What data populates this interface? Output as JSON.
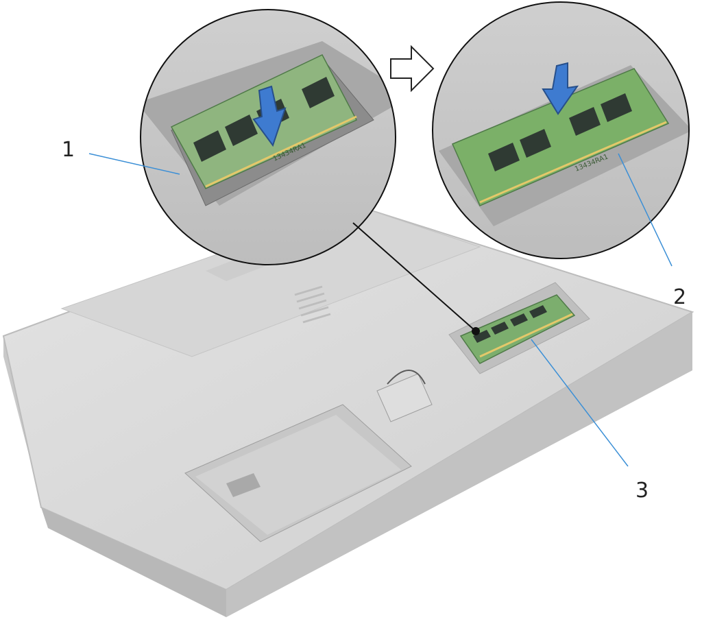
{
  "callouts": [
    {
      "label": "1"
    },
    {
      "label": "2"
    },
    {
      "label": "3"
    }
  ],
  "chip_marking": "13434RA1",
  "colors": {
    "background": "#ffffff",
    "laptop_body": "#dcdcdc",
    "laptop_edge": "#c6c6c6",
    "module_pcb": "#7cae6e",
    "module_chip": "#2f3a33",
    "arrow_fill": "#3e7bd0",
    "callout_line": "#3b8fd6"
  }
}
